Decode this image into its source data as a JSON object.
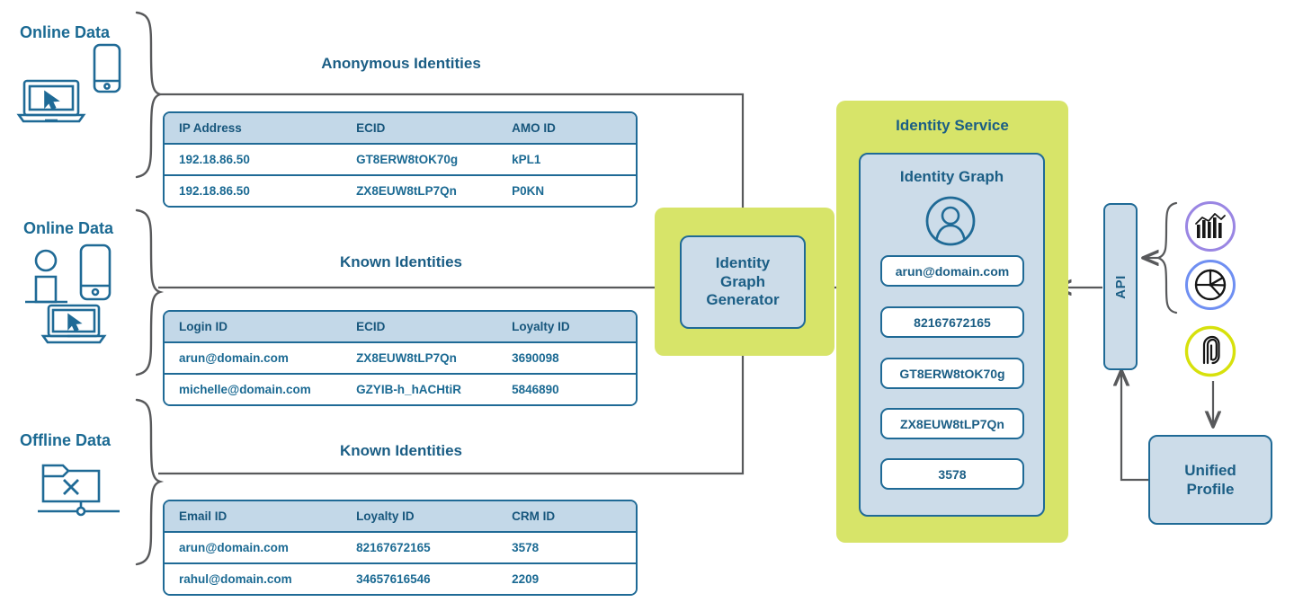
{
  "colors": {
    "brand_blue": "#1b5e85",
    "border_blue": "#1f6a96",
    "panel_blue": "#ccdce9",
    "header_blue": "#c3d8e8",
    "green": "#d7e469",
    "arrow_gray": "#58595b",
    "icon_purple": "#9a86e3",
    "icon_blue": "#6f8ff2",
    "icon_lime": "#d7e10c"
  },
  "sources": [
    {
      "label": "Online Data",
      "flow_title": "Anonymous Identities",
      "icons": [
        "laptop-cursor-icon",
        "mobile-phone-icon"
      ],
      "columns": [
        "IP Address",
        "ECID",
        "AMO ID"
      ],
      "rows": [
        [
          "192.18.86.50",
          "GT8ERW8tOK70g",
          "kPL1"
        ],
        [
          "192.18.86.50",
          "ZX8EUW8tLP7Qn",
          "P0KN"
        ]
      ]
    },
    {
      "label": "Online Data",
      "flow_title": "Known Identities",
      "icons": [
        "person-icon",
        "mobile-phone-icon",
        "laptop-cursor-icon"
      ],
      "columns": [
        "Login ID",
        "ECID",
        "Loyalty ID"
      ],
      "rows": [
        [
          "arun@domain.com",
          "ZX8EUW8tLP7Qn",
          "3690098"
        ],
        [
          "michelle@domain.com",
          "GZYIB-h_hACHtiR",
          "5846890"
        ]
      ]
    },
    {
      "label": "Offline Data",
      "flow_title": "Known Identities",
      "icons": [
        "offline-folder-icon"
      ],
      "columns": [
        "Email ID",
        "Loyalty ID",
        "CRM ID"
      ],
      "rows": [
        [
          "arun@domain.com",
          "82167672165",
          "3578"
        ],
        [
          "rahul@domain.com",
          "34657616546",
          "2209"
        ]
      ]
    }
  ],
  "generator": {
    "line1": "Identity",
    "line2": "Graph",
    "line3": "Generator"
  },
  "identity_service": {
    "title": "Identity Service",
    "graph_title": "Identity Graph",
    "avatar_icon": "user-avatar-icon",
    "identities": [
      "arun@domain.com",
      "82167672165",
      "GT8ERW8tOK70g",
      "ZX8EUW8tLP7Qn",
      "3578"
    ]
  },
  "api": {
    "label": "API"
  },
  "unified_profile": {
    "line1": "Unified",
    "line2": "Profile"
  },
  "service_icons": [
    {
      "name": "analytics-bar-chart-icon",
      "ring": "#9a86e3"
    },
    {
      "name": "pie-chart-icon",
      "ring": "#6f8ff2"
    },
    {
      "name": "target-audience-icon",
      "ring": "#d7e10c"
    }
  ]
}
